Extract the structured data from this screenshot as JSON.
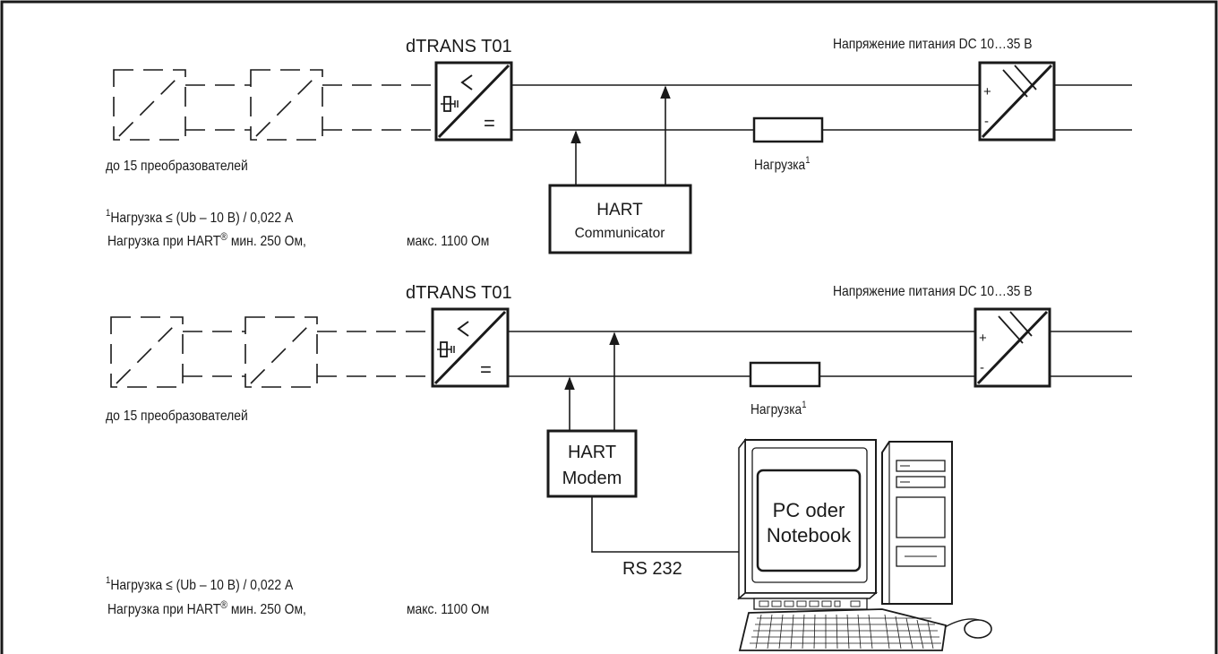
{
  "diagram_top": {
    "title": "dTRANS T01",
    "supply": "Напряжение питания DC 10…35 В",
    "chain_label": "до 15 преобразователей",
    "load_label": "Нагрузка",
    "load_sup": "1",
    "device_line1": "HART",
    "device_line2": "Communicator",
    "footnote_sup": "1",
    "footnote_line1": "Нагрузка ≤ (Ub – 10 В) / 0,022 А",
    "footnote_line2_a": "Нагрузка при HART",
    "footnote_reg": "®",
    "footnote_line2_b": " мин. 250 Ом,",
    "footnote_line2_c": "макс. 1100 Ом"
  },
  "diagram_bottom": {
    "title": "dTRANS T01",
    "supply": "Напряжение питания DC 10…35 В",
    "chain_label": "до 15 преобразователей",
    "load_label": "Нагрузка",
    "load_sup": "1",
    "modem_line1": "HART",
    "modem_line2": "Modem",
    "pc_line1": "PC oder",
    "pc_line2": "Notebook",
    "interface": "RS 232",
    "footnote_sup": "1",
    "footnote_line1": "Нагрузка ≤ (Ub – 10 В) / 0,022 А",
    "footnote_line2_a": "Нагрузка при HART",
    "footnote_reg": "®",
    "footnote_line2_b": " мин. 250 Ом,",
    "footnote_line2_c": "макс. 1100 Ом"
  },
  "symbols": {
    "plus": "+",
    "minus": "-",
    "equals": "="
  }
}
